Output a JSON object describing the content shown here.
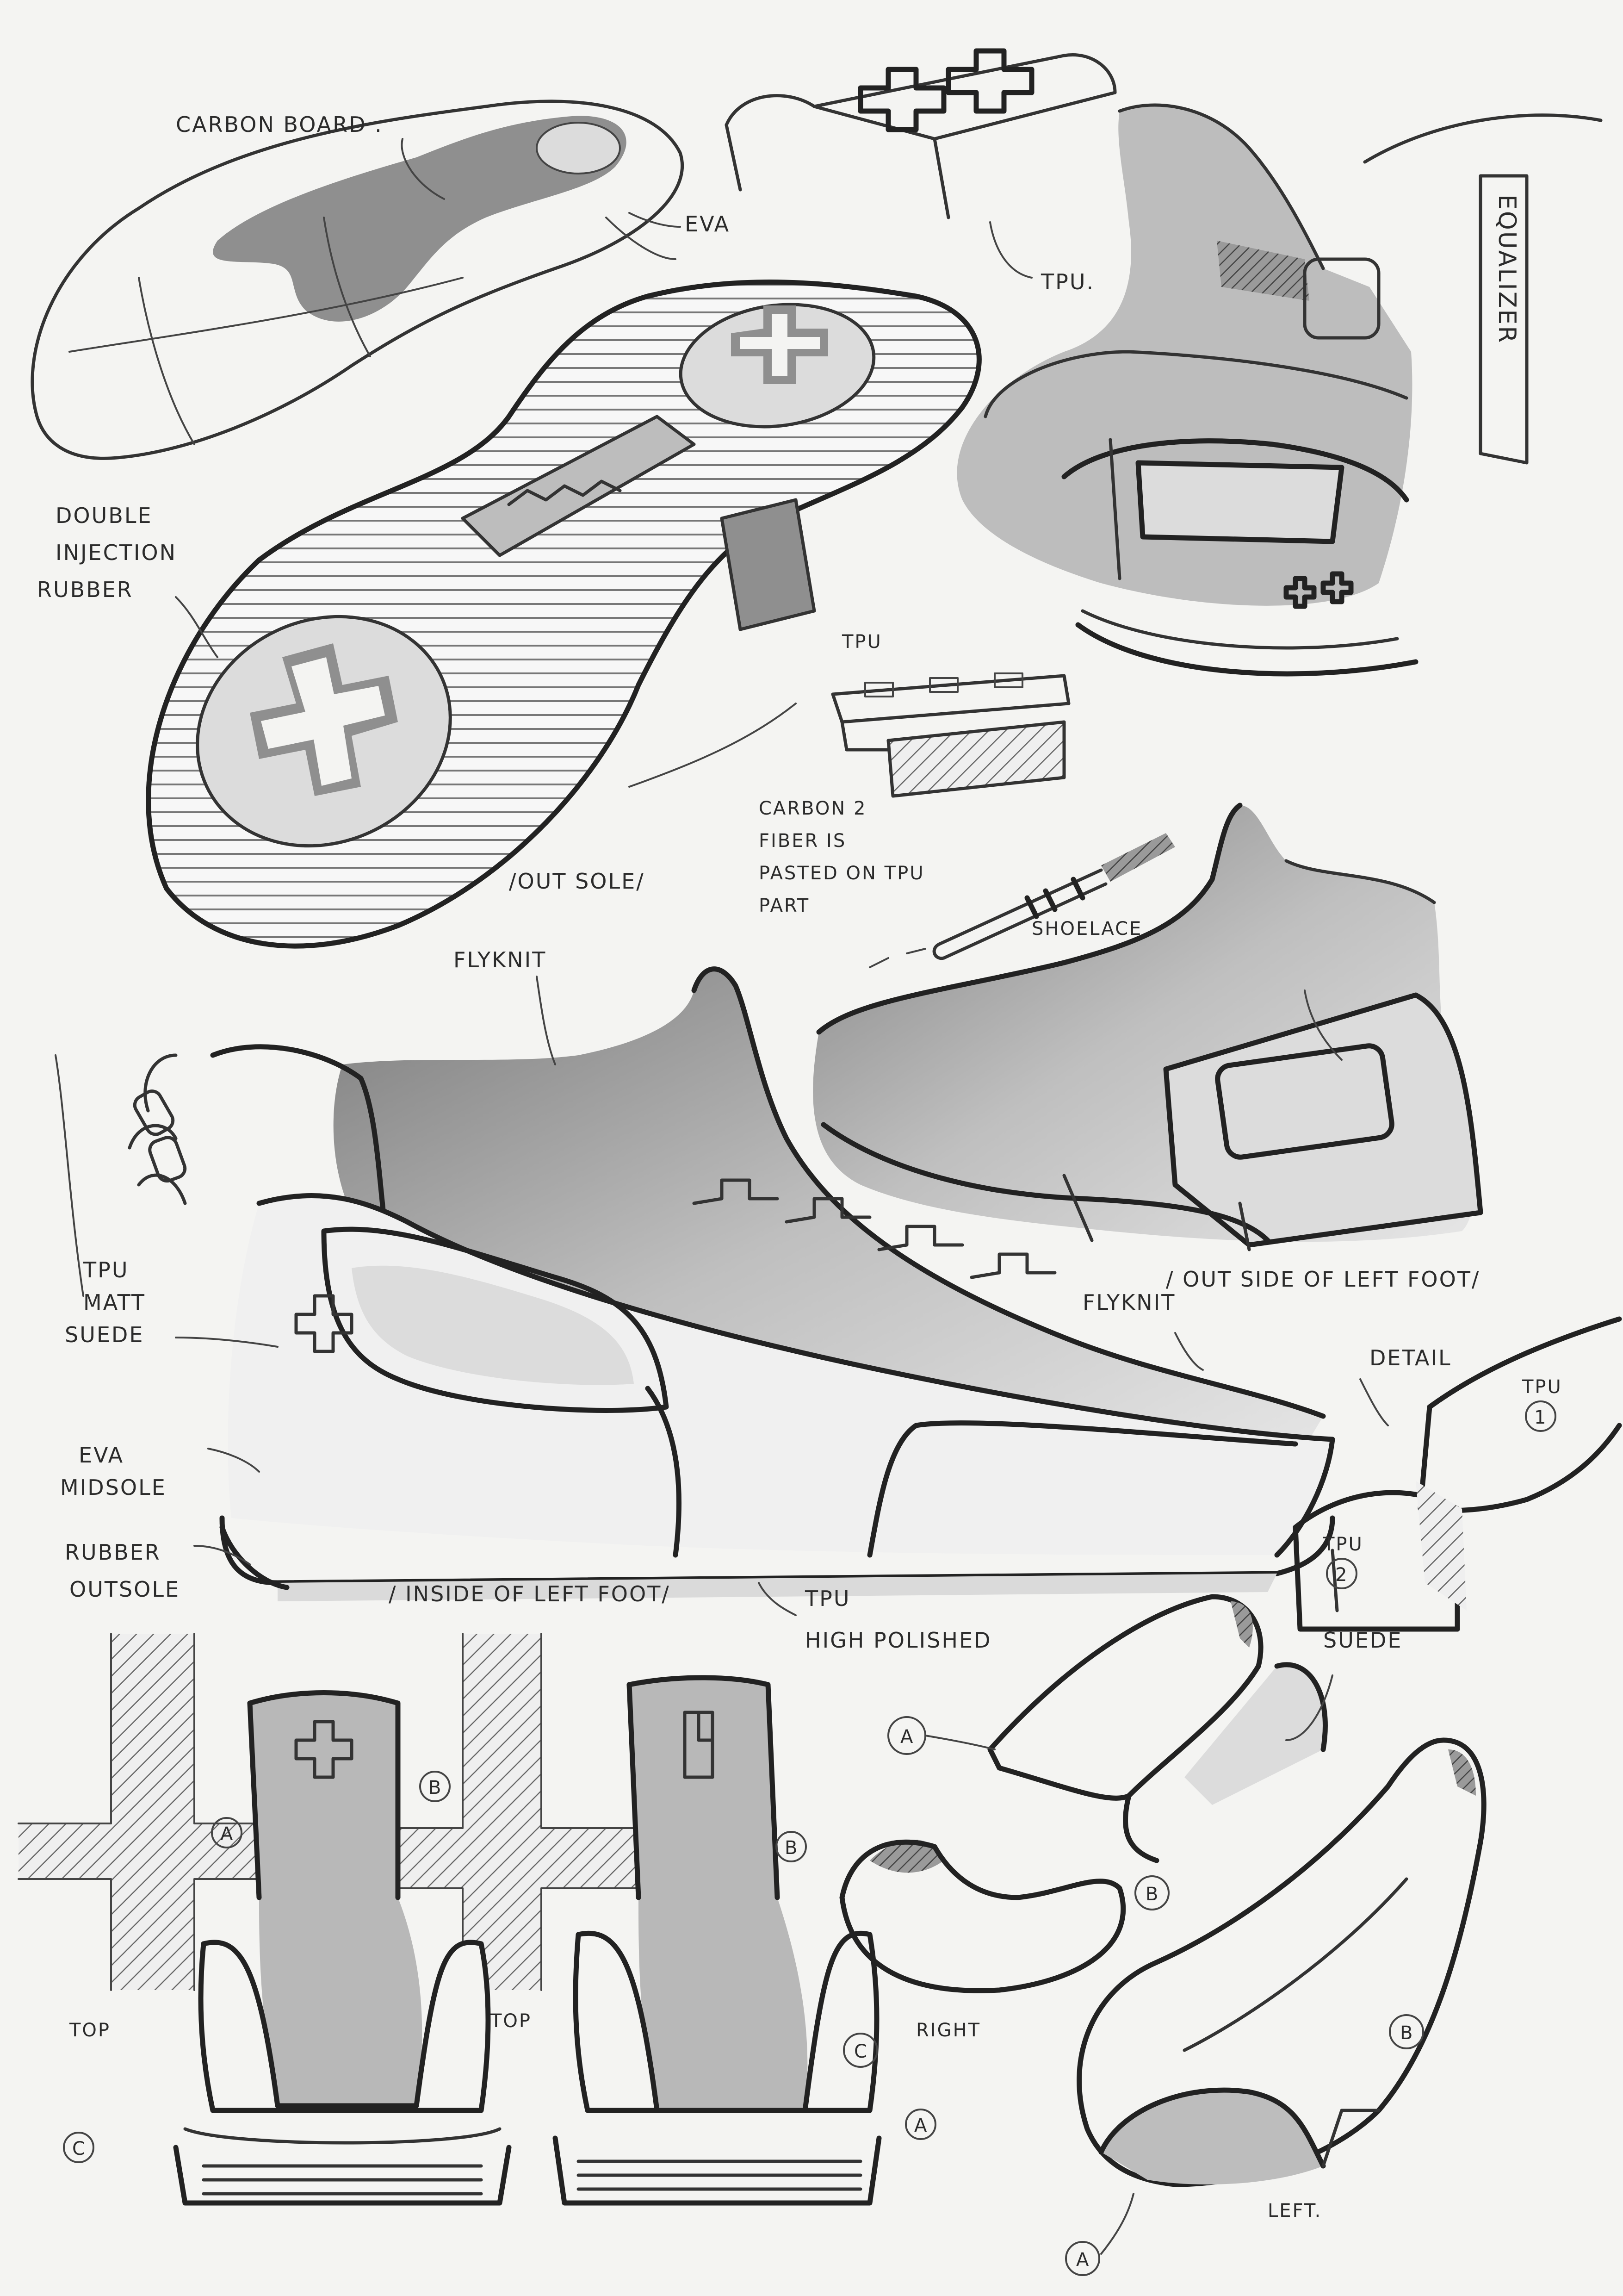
{
  "labels": {
    "carbon_board": "CARBON BOARD .",
    "eva_top": "EVA",
    "tpu_top": "TPU.",
    "double": "DOUBLE",
    "injection": "INJECTION",
    "rubber": "RUBBER",
    "outsole": "/OUT SOLE/",
    "tpu_mid": "TPU",
    "carbon2": "CARBON 2",
    "fiber_is": "FIBER IS",
    "pasted_on": "PASTED ON TPU",
    "part": "PART",
    "shoelace": "SHOELACE",
    "flyknit_top": "FLYKNIT",
    "outside_left": "/ OUT SIDE OF LEFT FOOT/",
    "tpu_matt_1": "TPU",
    "tpu_matt_2": "MATT",
    "suede_left": "SUEDE",
    "flyknit_mid": "FLYKNIT",
    "detail": "DETAIL",
    "tpu1": "TPU",
    "circle1": "1",
    "tpu2": "TPU",
    "circle2": "2",
    "eva_mid_1": "EVA",
    "eva_mid_2": "MIDSOLE",
    "rubber_out_1": "RUBBER",
    "rubber_out_2": "OUTSOLE",
    "inside_left": "/ INSIDE OF LEFT FOOT/",
    "tpu_hp_1": "TPU",
    "tpu_hp_2": "HIGH POLISHED",
    "suede_right": "SUEDE",
    "top1": "TOP",
    "top2": "TOP",
    "right": "RIGHT",
    "left": "LEFT.",
    "brand": "EQUALIZER",
    "call_a": "A",
    "call_b": "B",
    "call_c": "C"
  },
  "colors": {
    "paper": "#f4f4f2",
    "ink": "#2b2b2b",
    "shade": "#bdbdbd",
    "shade_dark": "#8f8f8f"
  }
}
